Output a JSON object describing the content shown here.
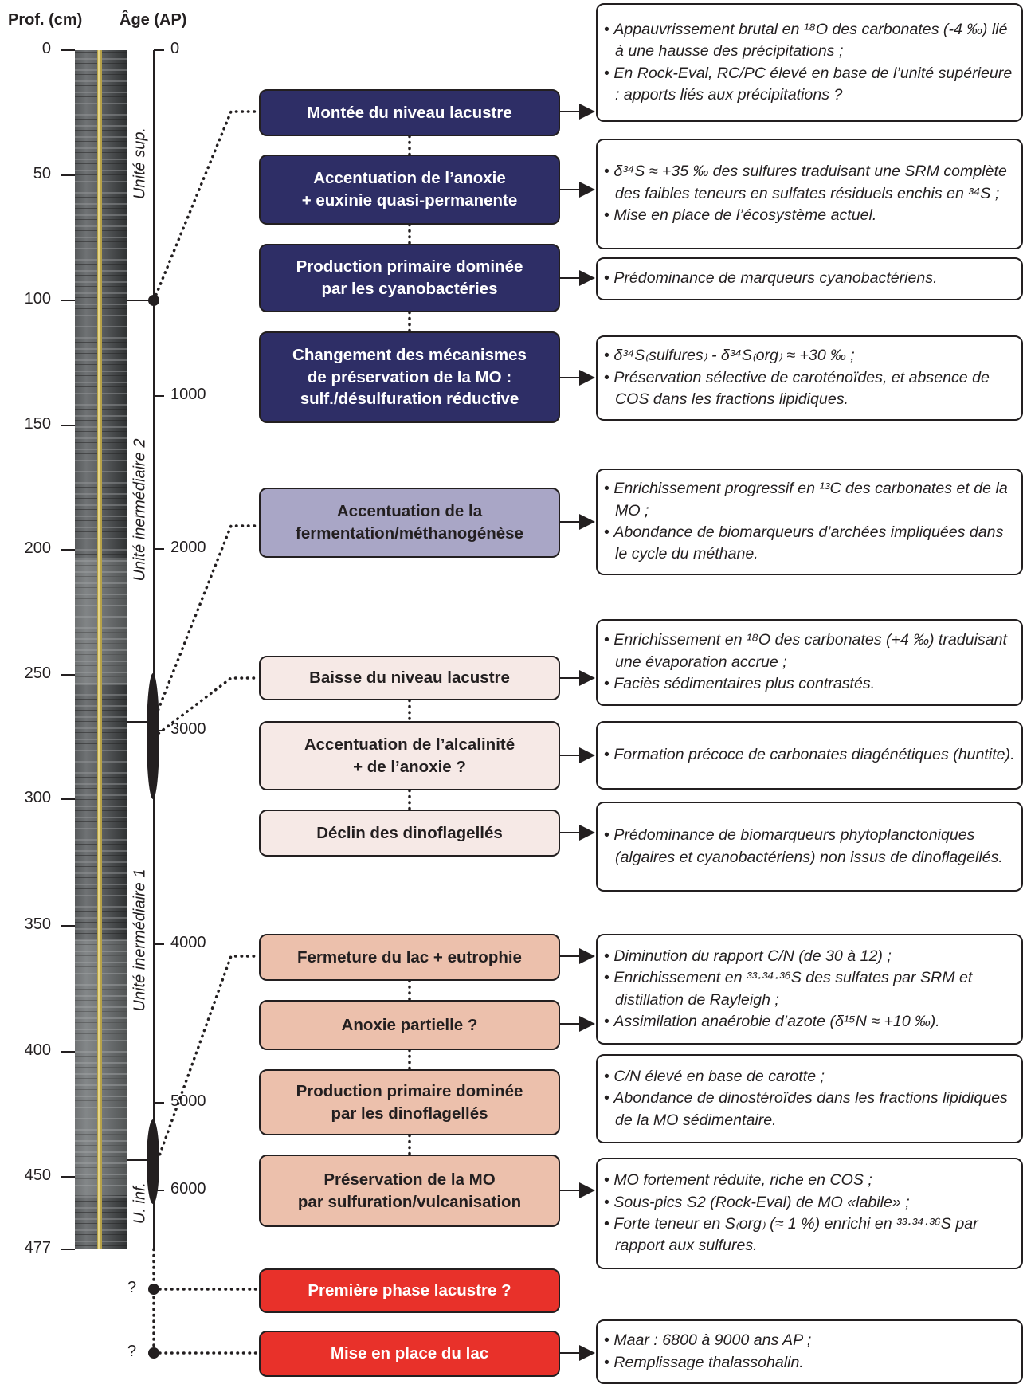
{
  "header": {
    "depth": "Prof. (cm)",
    "age": "Âge (AP)"
  },
  "depth_ticks": [
    "0",
    "50",
    "100",
    "150",
    "200",
    "250",
    "300",
    "350",
    "400",
    "450",
    "477"
  ],
  "age_ticks": [
    "0",
    "1000",
    "2000",
    "3000",
    "4000",
    "5000",
    "6000"
  ],
  "units": {
    "sup": "Unité sup.",
    "int2": "Unité inermédiaire 2",
    "int1": "Unité inermédiaire 1",
    "inf": "U. inf."
  },
  "question_marks": [
    "?",
    "?"
  ],
  "events": [
    {
      "label": "Montée du niveau lacustre"
    },
    {
      "label": "Accentuation de l’anoxie\n+ euxinie quasi-permanente"
    },
    {
      "label": "Production primaire dominée\npar les cyanobactéries"
    },
    {
      "label": "Changement des mécanismes\nde préservation de la MO :\nsulf./désulfuration réductive"
    },
    {
      "label": "Accentuation de la\nfermentation/méthanogénèse"
    },
    {
      "label": "Baisse du niveau lacustre"
    },
    {
      "label": "Accentuation de l’alcalinité\n+ de l’anoxie ?"
    },
    {
      "label": "Déclin des dinoflagellés"
    },
    {
      "label": "Fermeture du lac + eutrophie"
    },
    {
      "label": "Anoxie partielle ?"
    },
    {
      "label": "Production primaire dominée\npar les dinoflagellés"
    },
    {
      "label": "Préservation de la MO\npar sulfuration/vulcanisation"
    },
    {
      "label": "Première phase lacustre ?"
    },
    {
      "label": "Mise en place du lac"
    }
  ],
  "notes": [
    {
      "items": [
        "Appauvrissement brutal en ¹⁸O des carbonates (-4 ‰) lié à une hausse des précipitations ;",
        "En Rock-Eval, RC/PC élevé en base de l’unité supérieure : apports liés aux précipitations ?"
      ]
    },
    {
      "items": [
        "δ³⁴S ≈ +35 ‰ des sulfures traduisant une SRM complète des faibles teneurs en sulfates résiduels enchis en ³⁴S ;",
        "Mise en place de l’écosystème actuel."
      ]
    },
    {
      "items": [
        "Prédominance de marqueurs cyanobactériens."
      ]
    },
    {
      "items": [
        "δ³⁴S₍sulfures₎ - δ³⁴S₍org₎ ≈ +30 ‰ ;",
        "Préservation sélective de caroténoïdes, et absence de COS dans les fractions lipidiques."
      ]
    },
    {
      "items": [
        "Enrichissement progressif en ¹³C des carbonates et de la MO ;",
        "Abondance de biomarqueurs d’archées impliquées dans le cycle du méthane."
      ]
    },
    {
      "items": [
        "Enrichissement en ¹⁸O des carbonates (+4 ‰) traduisant une évaporation accrue ;",
        "Faciès sédimentaires plus contrastés."
      ]
    },
    {
      "items": [
        "Formation précoce de carbonates diagénétiques (huntite)."
      ]
    },
    {
      "items": [
        "Prédominance de biomarqueurs phytoplanctoniques (algaires et cyanobactériens) non issus de dinoflagellés."
      ]
    },
    {
      "items": [
        "Diminution du rapport C/N (de 30 à 12) ;",
        "Enrichissement en ³³·³⁴·³⁶S des sulfates par SRM et distillation de Rayleigh ;",
        "Assimilation anaérobie d’azote (δ¹⁵N ≈ +10 ‰)."
      ]
    },
    {
      "items": [
        "C/N élevé en base de carotte ;",
        "Abondance de dinostéroïdes dans les fractions lipidiques de la MO sédimentaire."
      ]
    },
    {
      "items": [
        "MO fortement réduite, riche en COS ;",
        "Sous-pics S2 (Rock-Eval) de MO «labile» ;",
        "Forte teneur en S₍org₎ (≈ 1 %) enrichi en ³³·³⁴·³⁶S par rapport aux sulfures."
      ]
    },
    {
      "items": [
        "Maar : 6800 à 9000 ans AP ;",
        "Remplissage thalassohalin."
      ]
    }
  ],
  "colors": {
    "dark": "#2e2e66",
    "lavender": "#a9a6c6",
    "pale": "#f6e9e6",
    "salmon": "#ecc0ac",
    "red": "#e8312a"
  }
}
